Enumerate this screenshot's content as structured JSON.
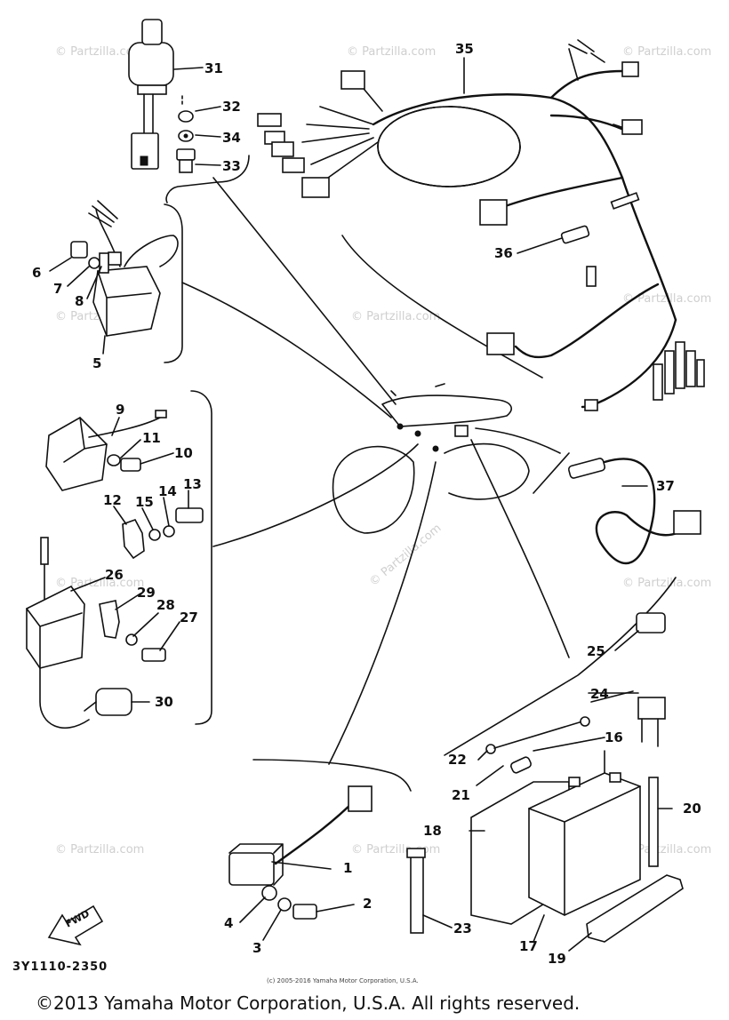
{
  "diagram": {
    "part_number_code": "3Y1110-2350",
    "forward_arrow_label": "FWD",
    "copyright_small": "(c) 2005-2016 Yamaha Motor Corporation, U.S.A.",
    "copyright_main": "©2013 Yamaha Motor Corporation, U.S.A. All rights reserved.",
    "watermark": "© Partzilla.com",
    "callouts": {
      "c1": "1",
      "c2": "2",
      "c3": "3",
      "c4": "4",
      "c5": "5",
      "c6": "6",
      "c7": "7",
      "c8": "8",
      "c9": "9",
      "c10": "10",
      "c11": "11",
      "c12": "12",
      "c13": "13",
      "c14": "14",
      "c15": "15",
      "c16": "16",
      "c17": "17",
      "c18": "18",
      "c19": "19",
      "c20": "20",
      "c21": "21",
      "c22": "22",
      "c23": "23",
      "c24": "24",
      "c25": "25",
      "c26": "26",
      "c27": "27",
      "c28": "28",
      "c29": "29",
      "c30": "30",
      "c31": "31",
      "c32": "32",
      "c33": "33",
      "c34": "34",
      "c35": "35",
      "c36": "36",
      "c37": "37"
    }
  }
}
